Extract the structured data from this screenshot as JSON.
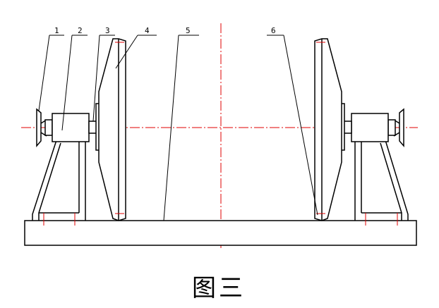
{
  "callouts": [
    {
      "id": "1",
      "text": "1"
    },
    {
      "id": "2",
      "text": "2"
    },
    {
      "id": "3",
      "text": "3"
    },
    {
      "id": "4",
      "text": "4"
    },
    {
      "id": "5",
      "text": "5"
    },
    {
      "id": "6",
      "text": "6"
    }
  ],
  "caption": "图三",
  "colors": {
    "line": "#000000",
    "centerline": "#e00000",
    "background": "#ffffff"
  }
}
